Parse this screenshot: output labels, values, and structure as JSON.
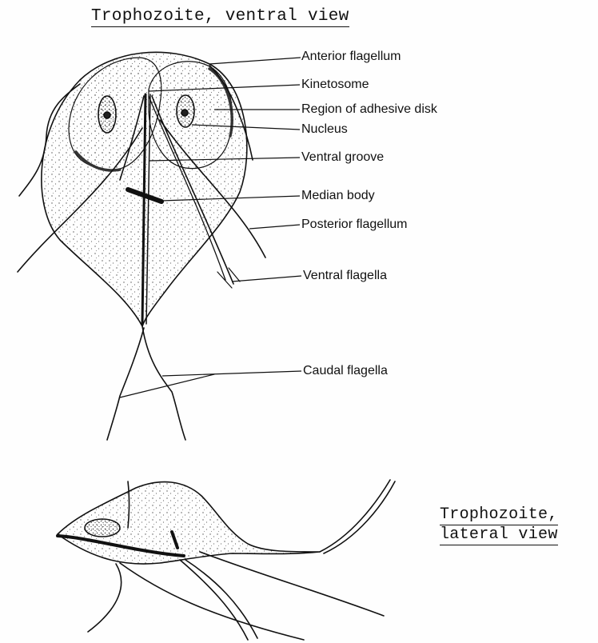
{
  "ventral_title": "Trophozoite, ventral view",
  "lateral_title": {
    "line1": "Trophozoite,",
    "line2": "lateral view"
  },
  "labels": {
    "anterior_flagellum": "Anterior flagellum",
    "kinetosome": "Kinetosome",
    "adhesive_disk": "Region of adhesive disk",
    "nucleus": "Nucleus",
    "ventral_groove": "Ventral groove",
    "median_body": "Median body",
    "posterior_flagellum": "Posterior flagellum",
    "ventral_flagella": "Ventral flagella",
    "caudal_flagella": "Caudal flagella"
  }
}
